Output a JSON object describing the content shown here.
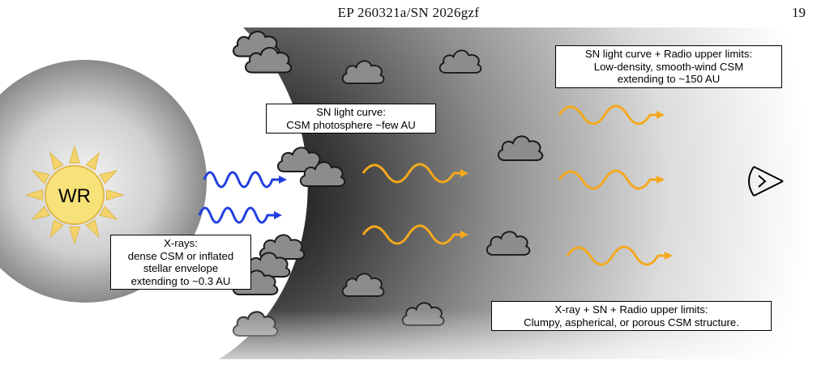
{
  "header": {
    "running_title": "EP 260321a/SN 2026gzf",
    "page_number": "19"
  },
  "figure": {
    "star_label": "WR",
    "boxes": {
      "xray": [
        "X-rays:",
        "dense CSM or inflated",
        "stellar envelope",
        "extending to ~0.3 AU"
      ],
      "sn_light_curve": [
        "SN light curve:",
        "CSM photosphere ~few AU"
      ],
      "sn_radio": [
        "SN light curve + Radio upper limits:",
        "Low-density, smooth-wind CSM",
        "extending to ~150 AU"
      ],
      "xray_sn_radio": [
        "X-ray + SN + Radio upper limits:",
        "Clumpy, aspherical, or porous CSM structure."
      ]
    },
    "colors": {
      "xray_wave": "#1f3fe0",
      "optical_wave": "#f5a81c",
      "star_core": "#f7e27a",
      "star_rays": "#f3d36b",
      "cloud": "#8c8c8c"
    },
    "icons": [
      "sun-star-icon",
      "cloud-icon",
      "xray-wave-arrow-icon",
      "optical-wave-arrow-icon",
      "observer-eye-icon"
    ]
  }
}
